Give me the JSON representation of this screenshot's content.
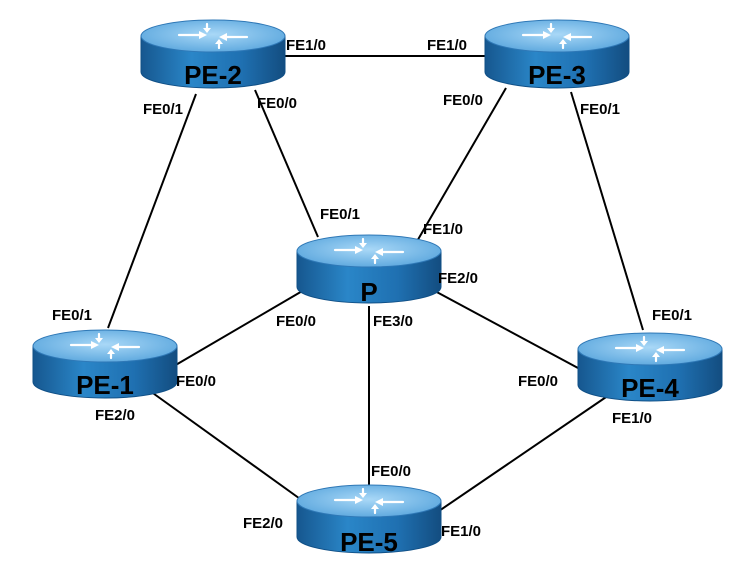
{
  "routers": [
    {
      "id": "pe2",
      "name": "PE-2"
    },
    {
      "id": "pe3",
      "name": "PE-3"
    },
    {
      "id": "p",
      "name": "P"
    },
    {
      "id": "pe1",
      "name": "PE-1"
    },
    {
      "id": "pe4",
      "name": "PE-4"
    },
    {
      "id": "pe5",
      "name": "PE-5"
    }
  ],
  "links": [
    {
      "id": "pe2-pe3",
      "a": "pe2",
      "a_if": "FE1/0",
      "b": "pe3",
      "b_if": "FE1/0"
    },
    {
      "id": "pe2-pe1",
      "a": "pe2",
      "a_if": "FE0/1",
      "b": "pe1",
      "b_if": "FE0/1"
    },
    {
      "id": "pe2-p",
      "a": "pe2",
      "a_if": "FE0/0",
      "b": "p",
      "b_if": "FE0/1"
    },
    {
      "id": "pe3-p",
      "a": "pe3",
      "a_if": "FE0/0",
      "b": "p",
      "b_if": "FE1/0"
    },
    {
      "id": "pe3-pe4",
      "a": "pe3",
      "a_if": "FE0/1",
      "b": "pe4",
      "b_if": "FE0/1"
    },
    {
      "id": "p-pe1",
      "a": "p",
      "a_if": "FE0/0",
      "b": "pe1",
      "b_if": "FE0/0"
    },
    {
      "id": "p-pe4",
      "a": "p",
      "a_if": "FE2/0",
      "b": "pe4",
      "b_if": "FE0/0"
    },
    {
      "id": "p-pe5",
      "a": "p",
      "a_if": "FE3/0",
      "b": "pe5",
      "b_if": "FE0/0"
    },
    {
      "id": "pe1-pe5",
      "a": "pe1",
      "a_if": "FE2/0",
      "b": "pe5",
      "b_if": "FE2/0"
    },
    {
      "id": "pe4-pe5",
      "a": "pe4",
      "a_if": "FE1/0",
      "b": "pe5",
      "b_if": "FE1/0"
    }
  ],
  "colors": {
    "router_top": "#7bbde8",
    "router_side": "#1f6fb0",
    "router_edge": "#0f4f86",
    "arrow": "#ffffff",
    "link": "#000000"
  }
}
